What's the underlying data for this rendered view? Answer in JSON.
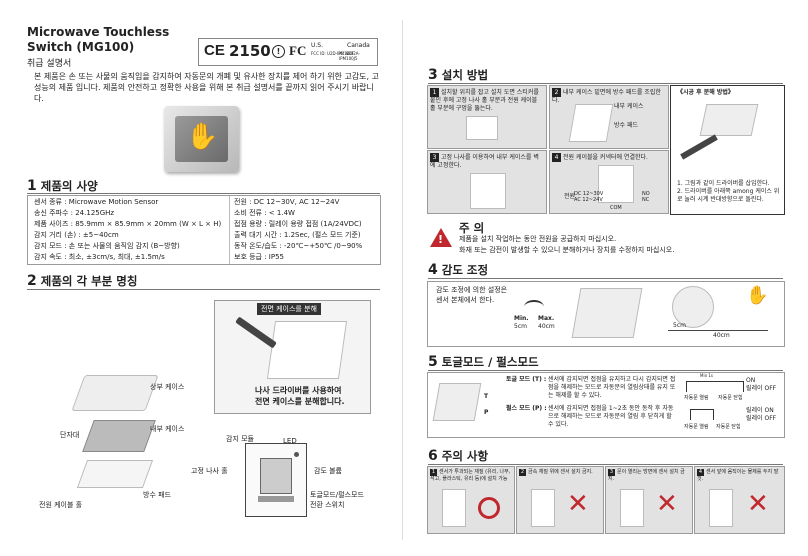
{
  "header": {
    "title_line1": "Microwave Touchless",
    "title_line2": "Switch (MG100)",
    "title_line3": "취급 설명서",
    "cert_code": "2150",
    "fcc_us_label": "U.S.",
    "fcc_us_id": "FCC ID: U2D-IPM100F",
    "canada_label": "Canada",
    "canada_id": "IC: 6802A-IPM100J5"
  },
  "intro": "본 제품은 손 또는 사물의 움직임을 감지하여 자동문의 개폐 및 유사한 장치를 제어 하기 위한 고감도, 고성능의 제품 입니다. 제품의 안전하고 정확한 사용을 위해 본 취급 설명서를 끝까지 읽어 주시기 바랍니다.",
  "sec1": {
    "title": "제품의 사양",
    "number": "1",
    "left": [
      "센서 종류 : Microwave Motion Sensor",
      "송신 주파수 : 24.125GHz",
      "제품 사이즈 : 85.9mm × 85.9mm × 20mm (W × L × H)",
      "감지 거리 (손) : ±5~40cm",
      "감지 모드 : 손 또는 사물의 움직임 감지 (B~방향)",
      "감지 속도 : 최소, ±3cm/s, 최대, ±1.5m/s"
    ],
    "right": [
      "전원 : DC 12~30V,  AC 12~24V",
      "소비 전류 : < 1.4W",
      "접점 용량 : 릴레이 용량 접점 (1A/24VDC)",
      "출력 대기 시간 : 1.2Sec, (펄스 모드 기준)",
      "동작 온도/습도 : -20℃~+50℃ /0~90%",
      "보호 등급 : IP55"
    ]
  },
  "sec2": {
    "number": "2",
    "title": "제품의 각 부분 명칭",
    "front_cover_label": "전면 케이스를 분해",
    "screwdriver_note_1": "나사 드라이버를 사용하여",
    "screwdriver_note_2": "전면 케이스를 분해합니다.",
    "labels": {
      "upper_case": "상부 케이스",
      "lower_case": "내부 케이스",
      "terminal": "단자대",
      "power_cable_hole": "전원 케이블 홀",
      "waterproof_pad": "방수 패드",
      "sensor_module": "감지 모듈",
      "led": "LED",
      "fixing_screw_hole": "고정 나사 홀",
      "sensitivity_volume": "감도 볼륨",
      "toggle_pulse_1": "토글모드/펄스모드",
      "toggle_pulse_2": "전환 스위치"
    }
  },
  "sec3": {
    "number": "3",
    "title": "설치 방법",
    "step1": "설치할 위치를 잡고 설치 도면 스티커를 붙인 후에 고정 나사 홀 부분과 전원 케이블 홀 부분에 구멍을 뚫는다.",
    "step2": "내부 케이스 밑면에 방수 패드를 조립한다.",
    "step2_label1": "내부 케이스",
    "step2_label2": "방수 패드",
    "step3": "고정 나사를 이용하여 내부 케이스를 벽에 고정한다.",
    "step4": "전원 케이블을 커넥터에 연결한다.",
    "step4_power": "전원",
    "step4_dc": "DC 12~30V",
    "step4_ac": "AC 12~24V",
    "step4_no": "NO",
    "step4_nc": "NC",
    "step4_com": "COM",
    "after_title": "《시공 후 분해 방법》",
    "after_1": "1. 그림과 같이 드라이버를 삽입한다.",
    "after_2": "2. 드라이버를 아래쪽 among 케이스 위로 눌러 시계 반대방향으로 돌린다."
  },
  "caution": {
    "title": "주 의",
    "line1": "제품을 설치 작업하는 동안 전원을 공급하지 마십시오.",
    "line2": "화재 또는 감전이 발생할 수 있으니 분해하거나 장치를 수정하지 마십시오."
  },
  "sec4": {
    "number": "4",
    "title": "감도 조정",
    "desc1": "감도 조정에 의한 설정은",
    "desc2": "센서 본체에서 한다.",
    "min": "Min.",
    "min_val": "5cm",
    "max": "Max.",
    "max_val": "40cm",
    "dist1": "5cm",
    "dist2": "40cm"
  },
  "sec5": {
    "number": "5",
    "title": "토글모드 / 펄스모드",
    "toggle_label": "토글 모드 (T) :",
    "toggle_desc": "센서에 감지되면 접점을 유지하고 다시 감지되면 접점을 해제하는 모드로 자동문의 열림상태를 유지 또는 해제를 할 수 있다.",
    "pulse_label": "펄스 모드 (P) :",
    "pulse_desc": "센서에 감지되면 접점을 1~2초 동안 동작 후 자동으로 해제하는 모드로 자동문의 열림 후 닫히게 할 수 있다.",
    "on": "ON",
    "off": "릴레이 OFF",
    "open": "자동문 열림",
    "close": "자동문 닫힘",
    "on2": "릴레이 ON",
    "off2": "릴레이 OFF",
    "time": "Min 1s",
    "t": "T",
    "p": "P"
  },
  "sec6": {
    "number": "6",
    "title": "주의 사항",
    "items": [
      "센서가 투과되는 재질 (유리, 나무, 석고, 플라스틱, 유리 등)에 설치 가능",
      "금속 재질 위에 센서 설치 금지.",
      "문이 열리는 방면에 센서 설치 금지.",
      "센서 앞에 움직이는 물체를 두지 말 것."
    ]
  }
}
